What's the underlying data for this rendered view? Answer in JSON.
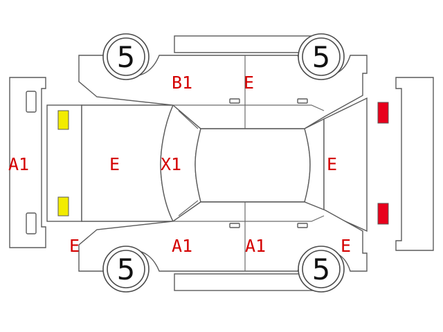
{
  "colors": {
    "outline": "#5a5a5a",
    "damage_code": "#d40000",
    "front_lamp_marker": "#f2ec00",
    "rear_lamp_marker": "#e8001c"
  },
  "tires": {
    "front_left": "5",
    "rear_left": "5",
    "front_right": "5",
    "rear_right": "5"
  },
  "codes": {
    "front_bumper": "A1",
    "hood": "E",
    "windshield": "X1",
    "roof_left_upper": "B1",
    "roof_right_upper": "E",
    "rear_glass": "E",
    "front_fender_lower": "E",
    "front_door_lower": "A1",
    "rear_door_lower": "A1",
    "rear_quarter_lower": "E"
  }
}
